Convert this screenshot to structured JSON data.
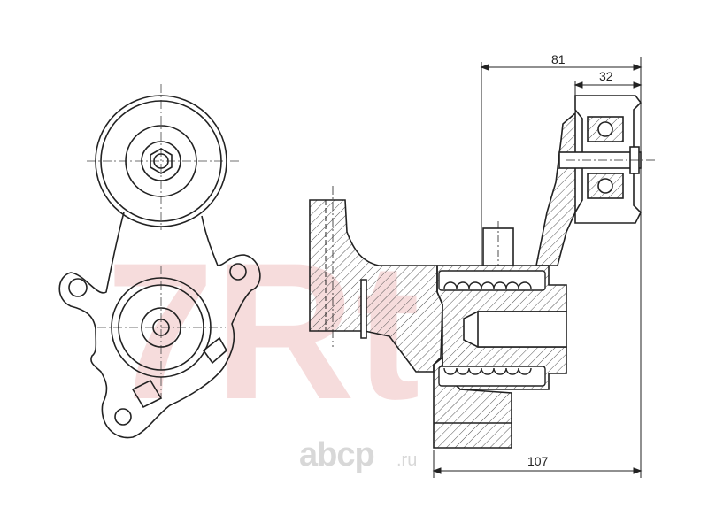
{
  "dimensions": {
    "top_overall": "81",
    "top_pulley": "32",
    "bottom_overall": "107"
  },
  "watermark": {
    "brand_main": "abcp",
    "brand_suffix": ".ru",
    "logo_text": "7Rt"
  },
  "colors": {
    "line": "#222222",
    "hatch": "#555555",
    "watermark_red": "#f6dcdc",
    "watermark_grey": "#d8d8d8"
  },
  "icons": {
    "brand_mark": "abcp-logo-icon"
  }
}
